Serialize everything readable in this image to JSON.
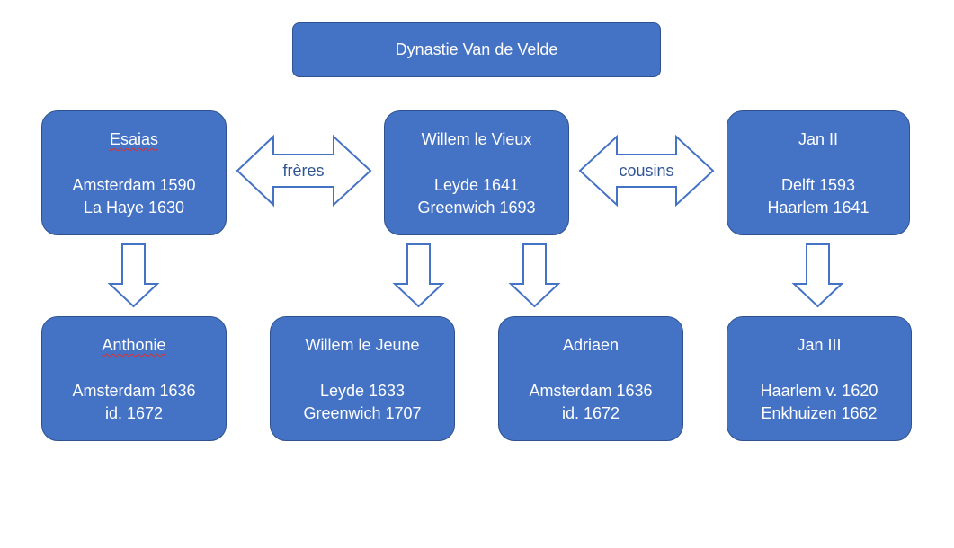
{
  "title": "Dynastie Van de Velde",
  "relations": {
    "brothers": "frères",
    "cousins": "cousins"
  },
  "people": {
    "esaias": {
      "name": "Esaias",
      "line1": "Amsterdam 1590",
      "line2": "La Haye 1630"
    },
    "willem_vieux": {
      "name": "Willem le Vieux",
      "line1": "Leyde 1641",
      "line2": "Greenwich 1693"
    },
    "jan2": {
      "name": "Jan II",
      "line1": "Delft 1593",
      "line2": "Haarlem 1641"
    },
    "anthonie": {
      "name": "Anthonie",
      "line1": "Amsterdam 1636",
      "line2": "id. 1672"
    },
    "willem_jeune": {
      "name": "Willem le Jeune",
      "line1": "Leyde 1633",
      "line2": "Greenwich 1707"
    },
    "adriaen": {
      "name": "Adriaen",
      "line1": "Amsterdam 1636",
      "line2": "id. 1672"
    },
    "jan3": {
      "name": "Jan III",
      "line1": "Haarlem v. 1620",
      "line2": "Enkhuizen 1662"
    }
  },
  "colors": {
    "box_fill": "#4472c4",
    "box_border": "#2f528f",
    "arrow_stroke": "#4472c4",
    "label_text": "#2f5597",
    "spellcheck_underline": "#e03030"
  }
}
